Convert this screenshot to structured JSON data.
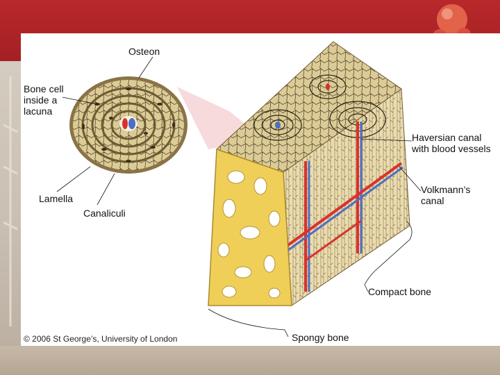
{
  "labels": {
    "osteon": "Osteon",
    "bone_cell": "Bone cell\ninside a\nlacuna",
    "lamella": "Lamella",
    "canaliculi": "Canaliculi",
    "haversian": "Haversian canal\nwith blood vessels",
    "volkmann": "Volkmann’s\ncanal",
    "compact": "Compact bone",
    "spongy": "Spongy bone"
  },
  "copyright": "© 2006 St George’s, University of London",
  "colors": {
    "slide_red": "#b8282a",
    "bone_tan": "#dccb95",
    "bone_dark": "#8c7544",
    "spongy_yellow": "#f0cf58",
    "artery_red": "#d8322e",
    "vein_blue": "#4b6fc4"
  }
}
